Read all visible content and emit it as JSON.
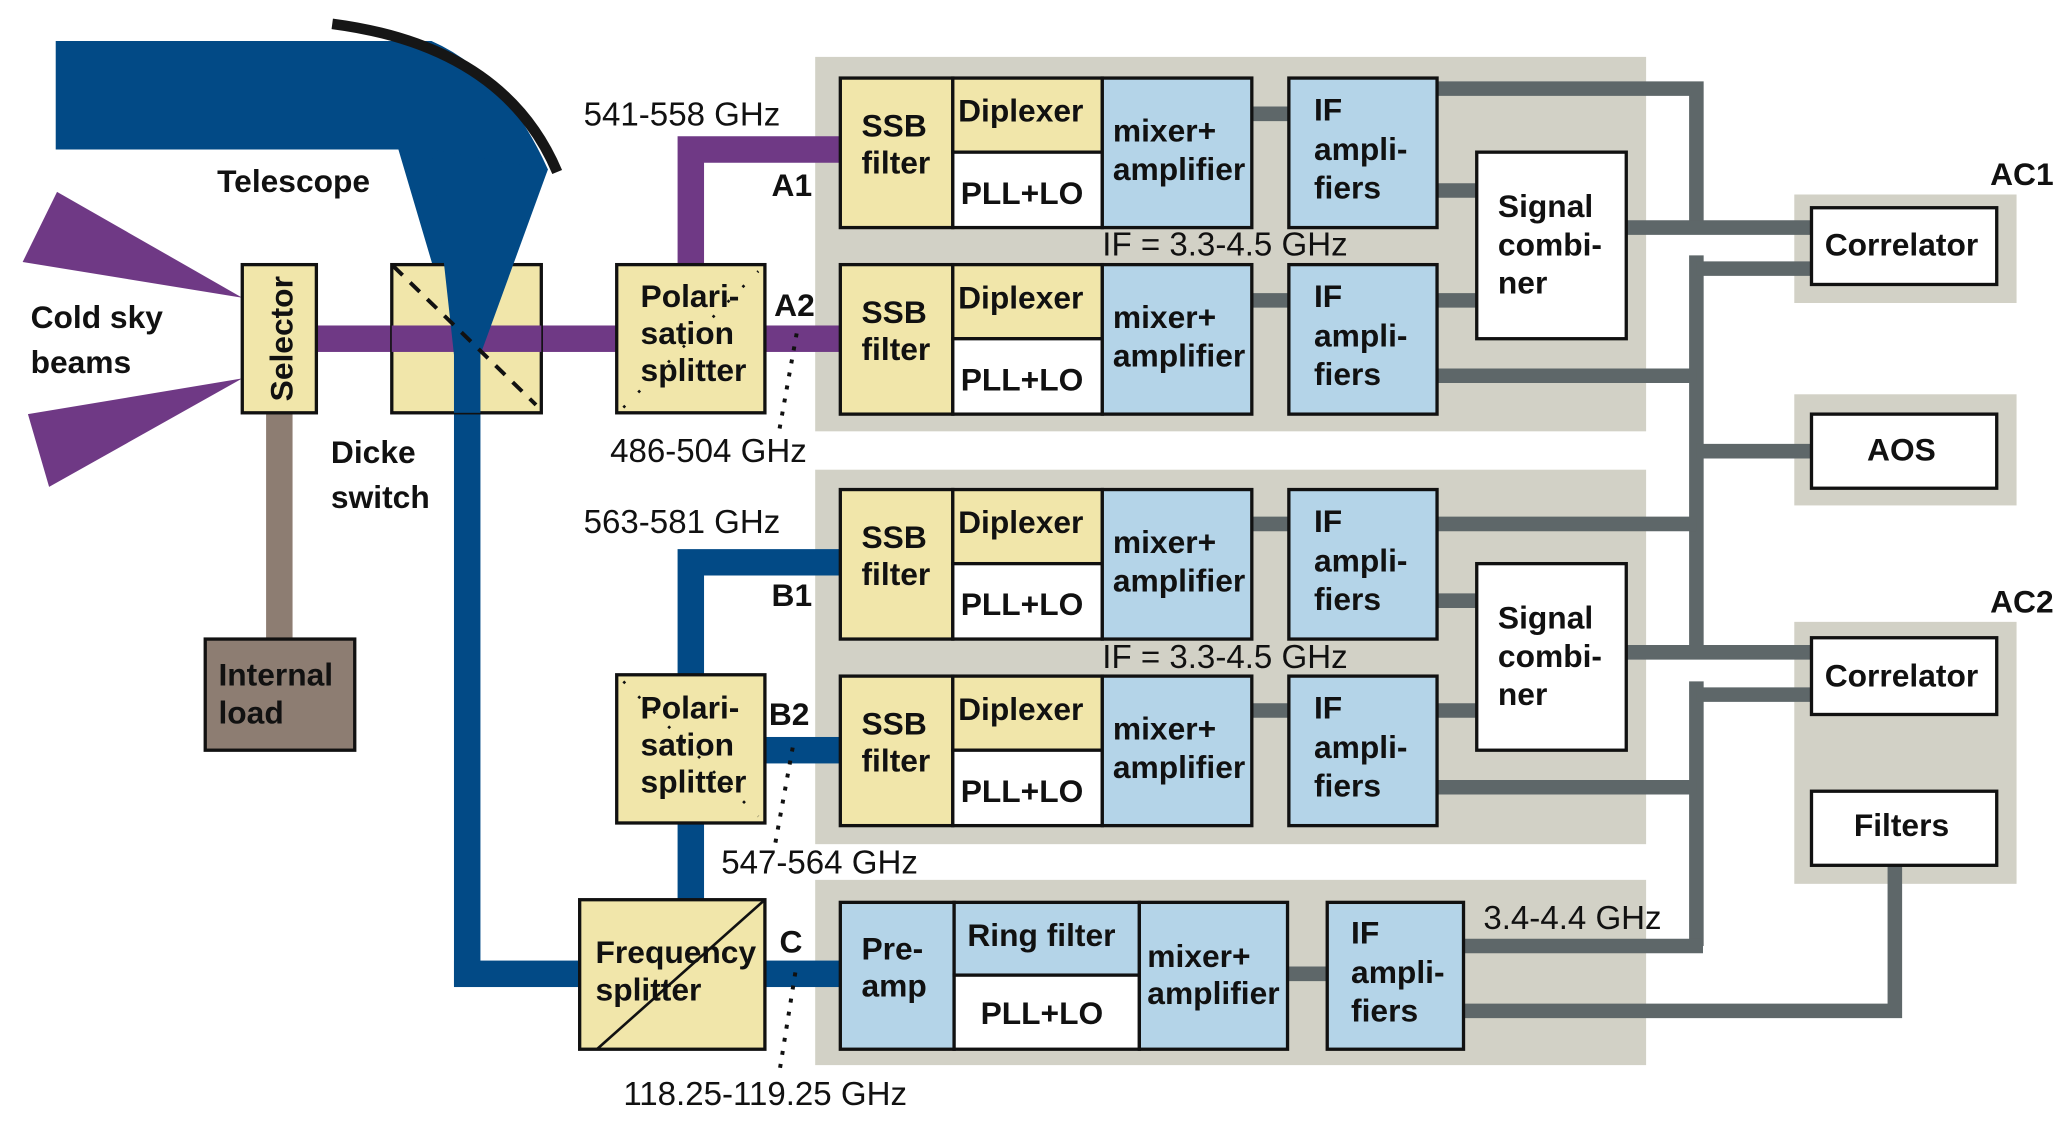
{
  "title": "Odin radiometer block diagram",
  "colors": {
    "telescope_beam": "#024a86",
    "band_a_beam": "#6f3985",
    "band_b_beam": "#024a86",
    "internal_load": "#8d7d72",
    "component_yellow": "#f1e6aa",
    "component_blue": "#b4d4e8",
    "module_bg": "#d2d1c6",
    "if_wire": "#5e6769"
  },
  "labels": {
    "telescope": "Telescope",
    "cold_sky": [
      "Cold sky",
      "beams"
    ],
    "selector": "Selector",
    "dicke": [
      "Dicke",
      "switch"
    ],
    "internal_load": [
      "Internal",
      "load"
    ],
    "polarisation_splitter": [
      "Polari-",
      "sation",
      "splitter"
    ],
    "frequency_splitter": [
      "Frequency",
      "splitter"
    ],
    "ac1": "AC1",
    "ac2": "AC2",
    "correlator": "Correlator",
    "aos": "AOS",
    "filters": "Filters",
    "signal_combiner": [
      "Signal",
      "combi-",
      "ner"
    ]
  },
  "frequencies": {
    "a1": "541-558 GHz",
    "a2": "486-504 GHz",
    "b1": "563-581 GHz",
    "b2": "547-564 GHz",
    "c": "118.25-119.25 GHz",
    "if_a": "IF = 3.3-4.5 GHz",
    "if_b": "IF = 3.3-4.5 GHz",
    "if_c": "3.4-4.4 GHz"
  },
  "channels": [
    {
      "id": "A1",
      "ssb": [
        "SSB",
        "filter"
      ],
      "diplexer": "Diplexer",
      "pll": "PLL+LO",
      "mixer": [
        "mixer+",
        "amplifier"
      ],
      "if_amp": [
        "IF",
        "ampli-",
        "fiers"
      ]
    },
    {
      "id": "A2",
      "ssb": [
        "SSB",
        "filter"
      ],
      "diplexer": "Diplexer",
      "pll": "PLL+LO",
      "mixer": [
        "mixer+",
        "amplifier"
      ],
      "if_amp": [
        "IF",
        "ampli-",
        "fiers"
      ]
    },
    {
      "id": "B1",
      "ssb": [
        "SSB",
        "filter"
      ],
      "diplexer": "Diplexer",
      "pll": "PLL+LO",
      "mixer": [
        "mixer+",
        "amplifier"
      ],
      "if_amp": [
        "IF",
        "ampli-",
        "fiers"
      ]
    },
    {
      "id": "B2",
      "ssb": [
        "SSB",
        "filter"
      ],
      "diplexer": "Diplexer",
      "pll": "PLL+LO",
      "mixer": [
        "mixer+",
        "amplifier"
      ],
      "if_amp": [
        "IF",
        "ampli-",
        "fiers"
      ]
    }
  ],
  "channel_c": {
    "id": "C",
    "preamp": [
      "Pre-",
      "amp"
    ],
    "ring_filter": "Ring filter",
    "pll": "PLL+LO",
    "mixer": [
      "mixer+",
      "amplifier"
    ],
    "if_amp": [
      "IF",
      "ampli-",
      "fiers"
    ]
  }
}
